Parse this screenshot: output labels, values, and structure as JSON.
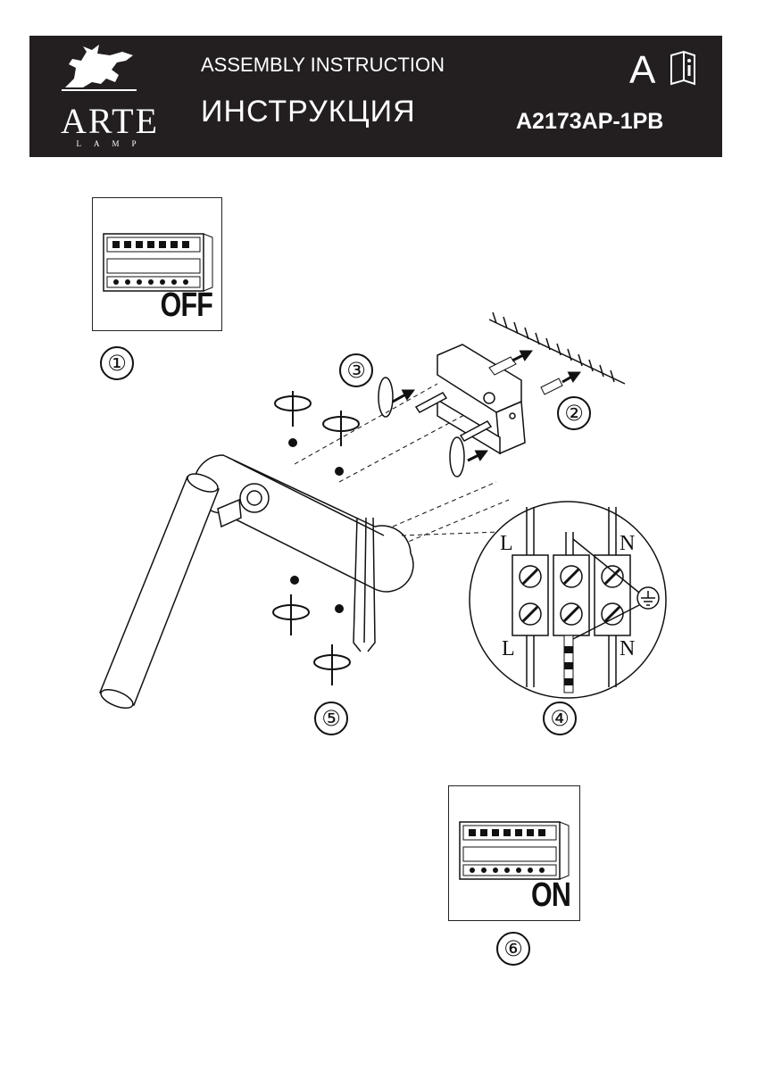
{
  "header": {
    "brand": "ARTE",
    "brand_sub": "LAMP",
    "title_en": "ASSEMBLY INSTRUCTION",
    "title_ru": "ИНСТРУКЦИЯ",
    "category_letter": "A",
    "info_icon": "info-book-icon",
    "model": "A2173AP-1PB",
    "colors": {
      "bar": "#231f20",
      "text": "#ffffff"
    }
  },
  "panels": {
    "power_off": "OFF",
    "power_on": "ON"
  },
  "steps": [
    "①",
    "②",
    "③",
    "④",
    "⑤",
    "⑥"
  ],
  "wiring": {
    "live": "L",
    "neutral": "N"
  }
}
